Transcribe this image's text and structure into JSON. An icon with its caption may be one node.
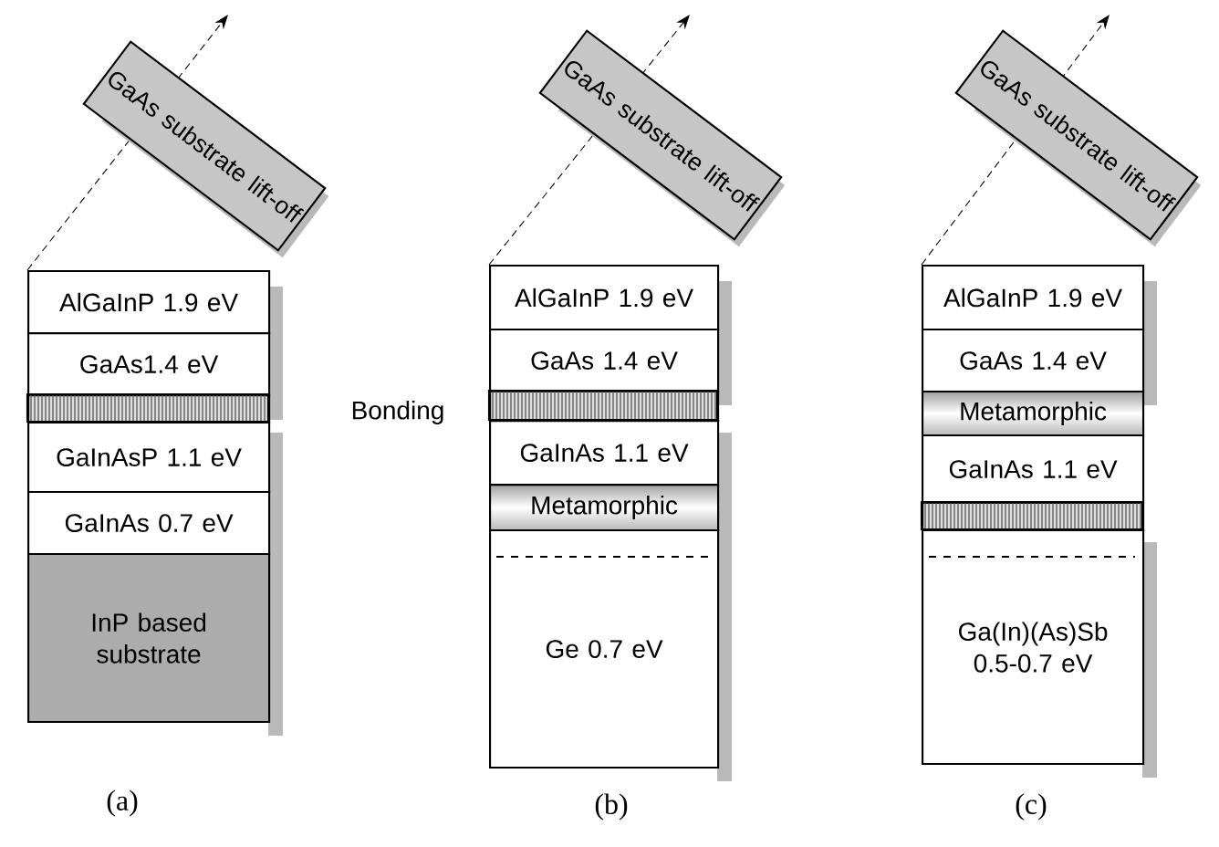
{
  "diagram": {
    "nodes": [
      {
        "text": [
          "GaAs substrate lift-off"
        ]
      },
      {
        "text": [
          "AlGaInP 1.9 eV"
        ]
      },
      {
        "text": [
          "GaAs1.4 eV"
        ]
      },
      {
        "text": [],
        "shape": "bar"
      },
      {
        "text": [
          "GaInAsP 1.1 eV"
        ]
      },
      {
        "text": [
          "GaInAs 0.7 eV"
        ]
      },
      {
        "text": [
          "InP based substrate"
        ]
      },
      {
        "text": [
          "GaAs substrate lift-off"
        ]
      },
      {
        "text": [
          "AlGaInP 1.9 eV"
        ]
      },
      {
        "text": [
          "GaAs 1.4 eV"
        ]
      },
      {
        "text": [],
        "shape": "bar"
      },
      {
        "text": [
          "GaInAs 1.1 eV"
        ]
      },
      {
        "text": [
          "Metamorphic"
        ]
      },
      {
        "text": [
          "Ge 0.7 eV"
        ]
      },
      {
        "text": [
          "GaAs substrate lift-off"
        ]
      },
      {
        "text": [
          "AlGaInP 1.9 eV"
        ]
      },
      {
        "text": [
          "GaAs 1.4 eV"
        ]
      },
      {
        "text": [
          "Metamorphic"
        ]
      },
      {
        "text": [
          "GaInAs 1.1 eV"
        ]
      },
      {
        "text": [],
        "shape": "bar"
      },
      {
        "text": [
          "Ga(In)(As)Sb 0.5-0.7 eV"
        ]
      }
    ],
    "edges": [
      {
        "from": 1,
        "to": null,
        "arrow": "to",
        "style": "dashed"
      },
      {
        "from": 8,
        "to": null,
        "arrow": "to",
        "style": "dashed"
      },
      {
        "from": 15,
        "to": null,
        "arrow": "to",
        "style": "dashed"
      }
    ],
    "labels": [
      "Bonding",
      "(a)",
      "(b)",
      "(c)"
    ]
  }
}
